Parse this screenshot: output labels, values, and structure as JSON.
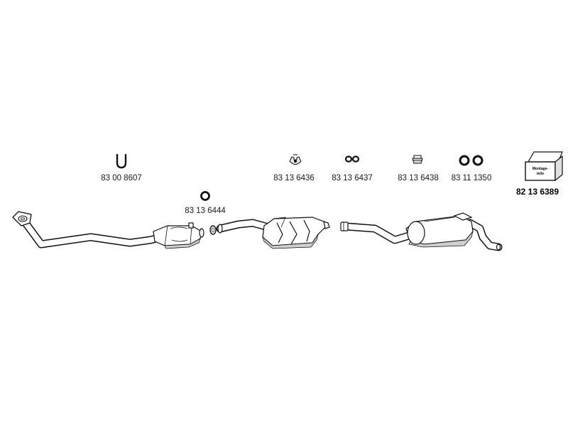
{
  "parts": [
    {
      "id": "u-clamp",
      "number": "83 00 8607",
      "icon": "u-clamp-icon"
    },
    {
      "id": "gasket-front",
      "number": "83 13 6444",
      "icon": "ring-gasket-icon"
    },
    {
      "id": "hanger-bracket",
      "number": "83 13 6436",
      "icon": "hanger-bracket-icon"
    },
    {
      "id": "clamp-link",
      "number": "83 13 6437",
      "icon": "clamp-link-icon"
    },
    {
      "id": "rubber-mount",
      "number": "83 13 6438",
      "icon": "rubber-mount-icon"
    },
    {
      "id": "rubber-rings",
      "number": "83 11 1350",
      "icon": "double-ring-icon"
    }
  ],
  "kit": {
    "number": "82 13 6389",
    "box_text_line1": "Montage-",
    "box_text_line2": "teile",
    "icon": "mounting-kit-box-icon"
  },
  "assembly": [
    "front-pipe",
    "catalytic-converter",
    "middle-silencer",
    "connecting-pipe",
    "rear-silencer"
  ]
}
